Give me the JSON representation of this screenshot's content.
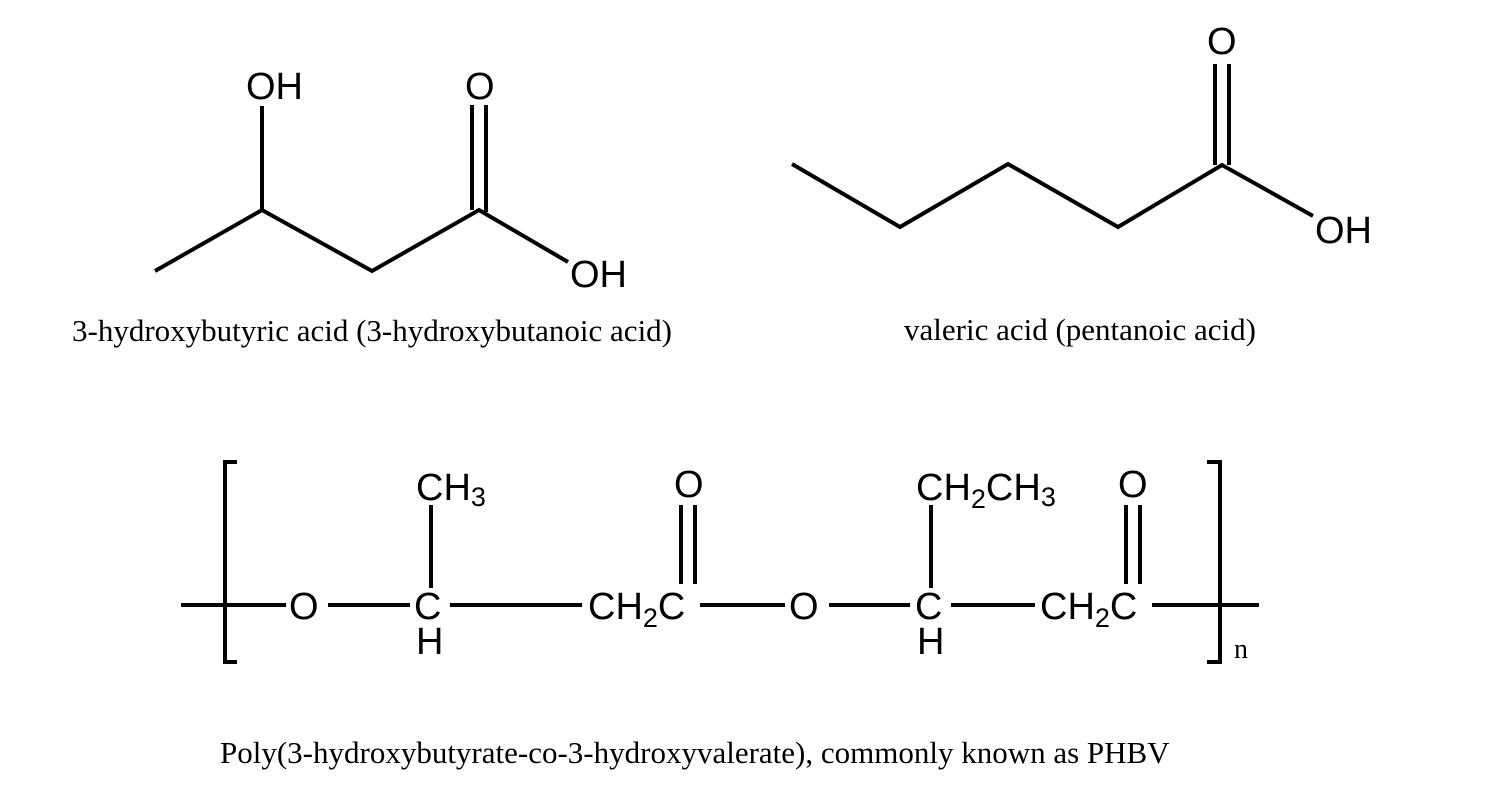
{
  "molecules": {
    "hydroxybutyric": {
      "caption": "3-hydroxybutyric acid (3-hydroxybutanoic acid)",
      "label_oh_top": "OH",
      "label_o": "O",
      "label_oh_right": "OH"
    },
    "valeric": {
      "caption": "valeric acid (pentanoic acid)",
      "label_o": "O",
      "label_oh": "OH"
    },
    "phbv": {
      "caption": "Poly(3-hydroxybutyrate-co-3-hydroxyvalerate), commonly known as PHBV",
      "o1": "O",
      "c1": "C",
      "h1": "H",
      "ch3_c": "CH",
      "ch3_sub": "3",
      "ch2a_c": "CH",
      "ch2a_sub": "2",
      "ch2a_tail": "C",
      "carbonyl1_o": "O",
      "o2": "O",
      "c2": "C",
      "h2": "H",
      "ethyl_ch": "CH",
      "ethyl_sub2": "2",
      "ethyl_ch3": "CH",
      "ethyl_sub3": "3",
      "ch2b_c": "CH",
      "ch2b_sub": "2",
      "ch2b_tail": "C",
      "carbonyl2_o": "O",
      "repeat_n": "n"
    }
  }
}
